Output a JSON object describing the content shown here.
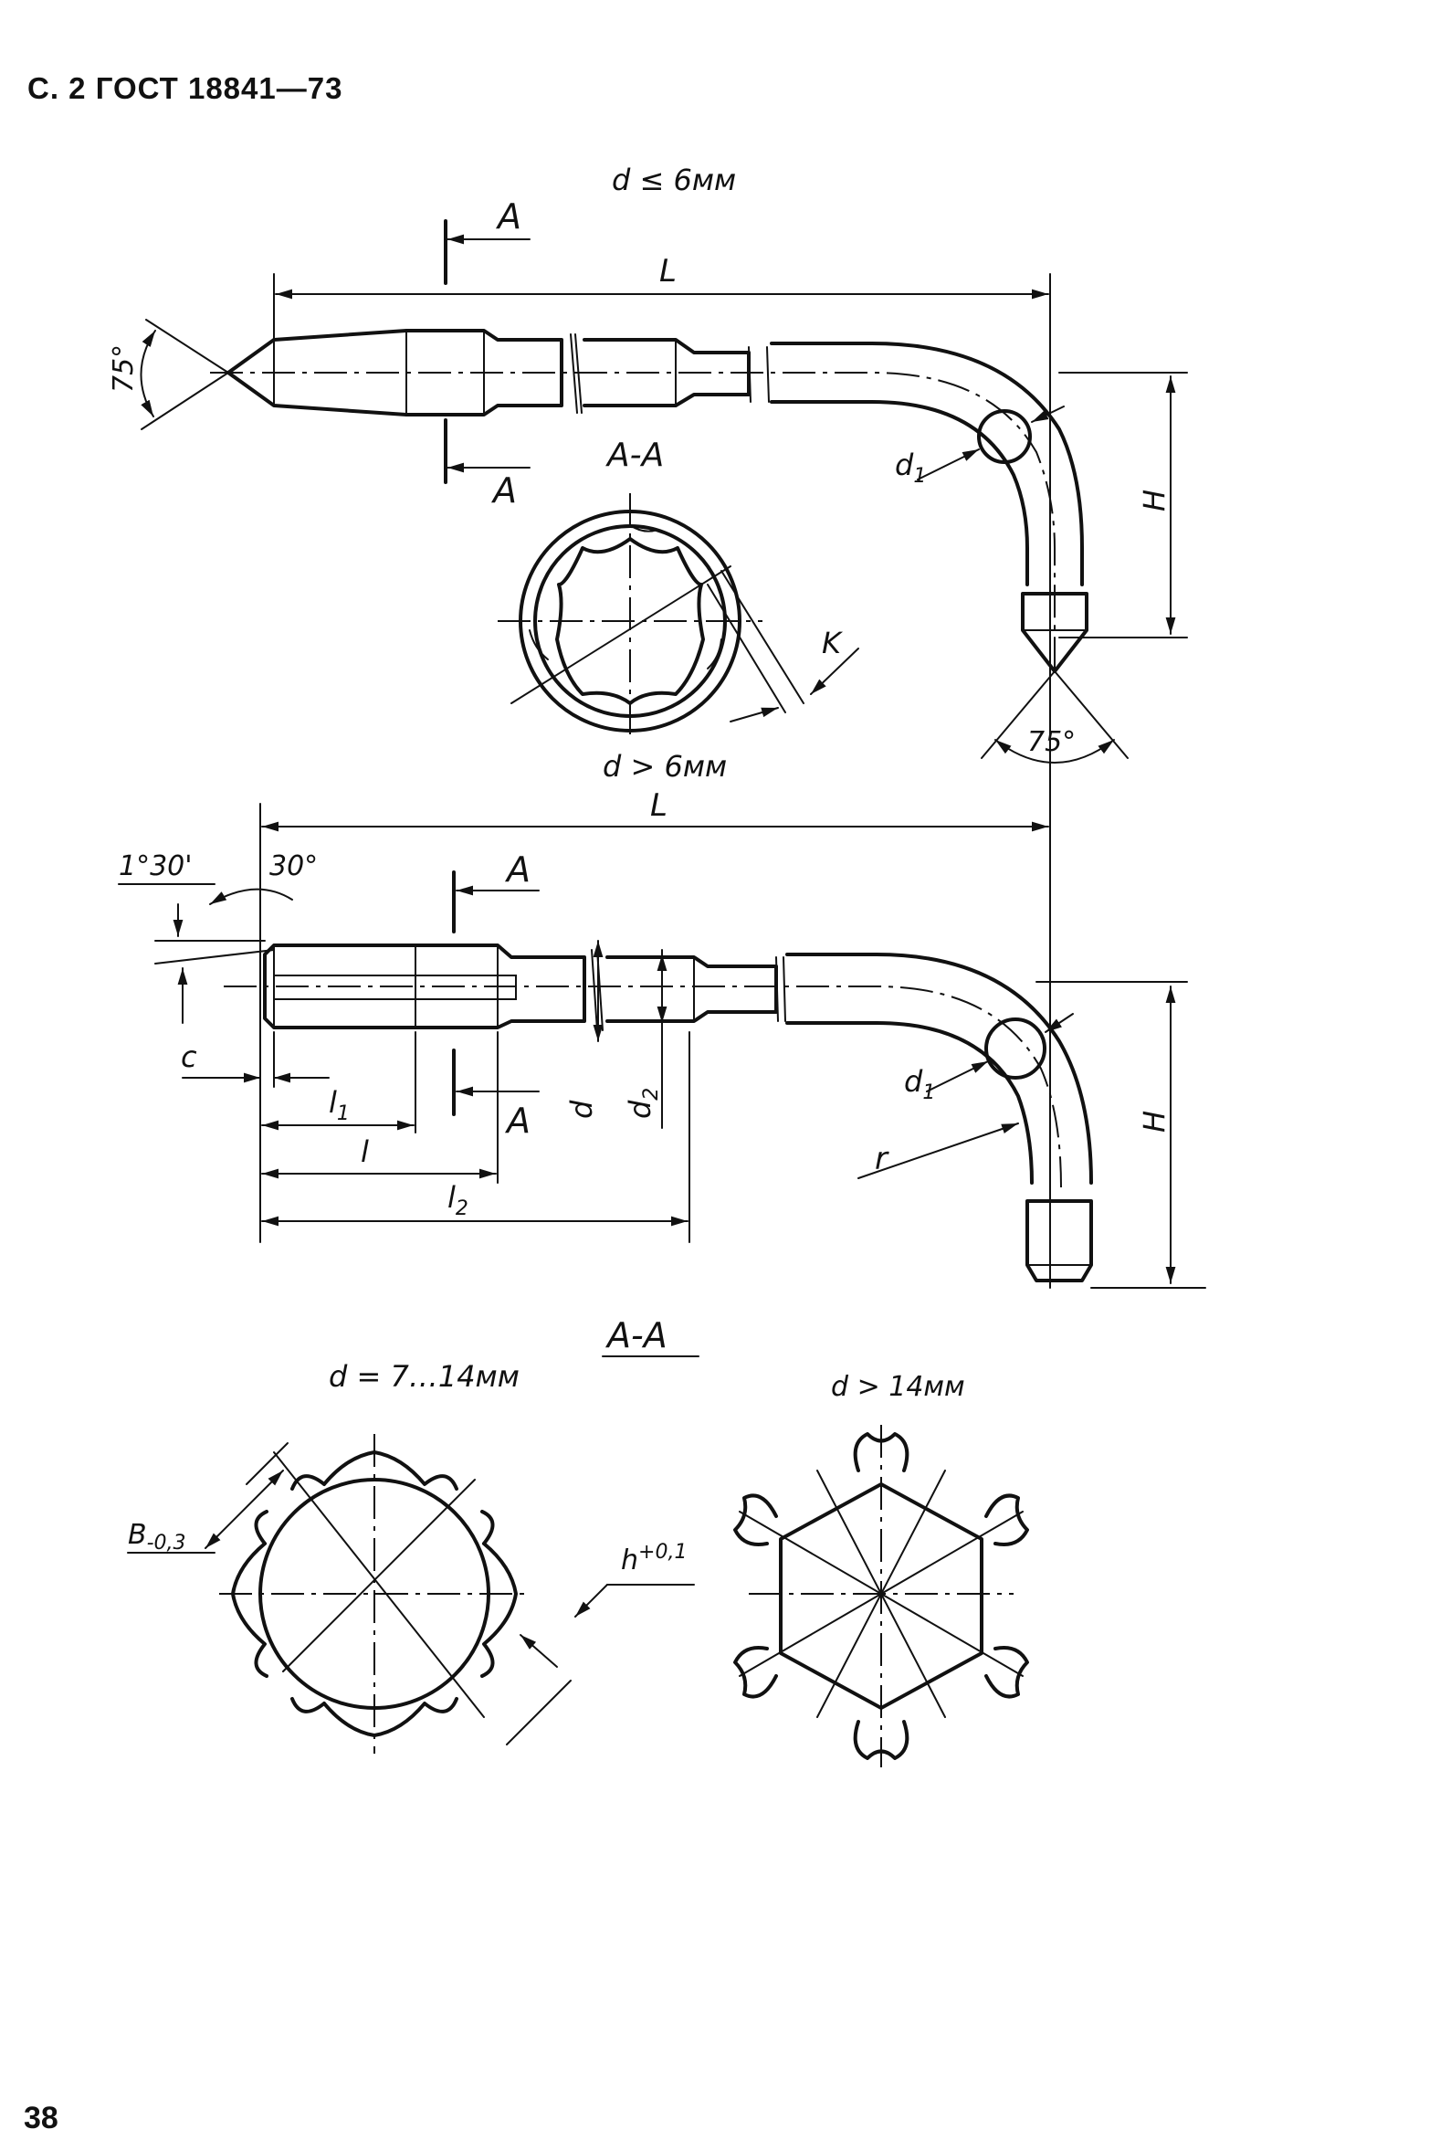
{
  "header": {
    "text": "С. 2 ГОСТ 18841—73"
  },
  "footer": {
    "page_number": "38"
  },
  "view1": {
    "condition": "d ≤ 6мм",
    "section_mark": "А",
    "section_title": "А-А",
    "length": "L",
    "angle_tip": "75°",
    "angle_bottom": "75°",
    "height": "H",
    "dia1": "d",
    "dia1_sub": "1",
    "k_label": "K",
    "cond_after": "d > 6мм"
  },
  "view2": {
    "length": "L",
    "angle_small": "1°30'",
    "angle_chamfer": "30°",
    "section_mark": "А",
    "c_label": "c",
    "l1": "l",
    "l1_sub": "1",
    "l": "l",
    "l2": "l",
    "l2_sub": "2",
    "d_label": "d",
    "d2_label": "d",
    "d2_sub": "2",
    "d1": "d",
    "d1_sub": "1",
    "r_label": "r",
    "height": "H"
  },
  "sections": {
    "title": "А-А",
    "left_condition": "d = 7…14мм",
    "right_condition": "d > 14мм",
    "b_label": "B",
    "b_tol": "-0,3",
    "h_label": "h",
    "h_tol": "+0,1"
  }
}
